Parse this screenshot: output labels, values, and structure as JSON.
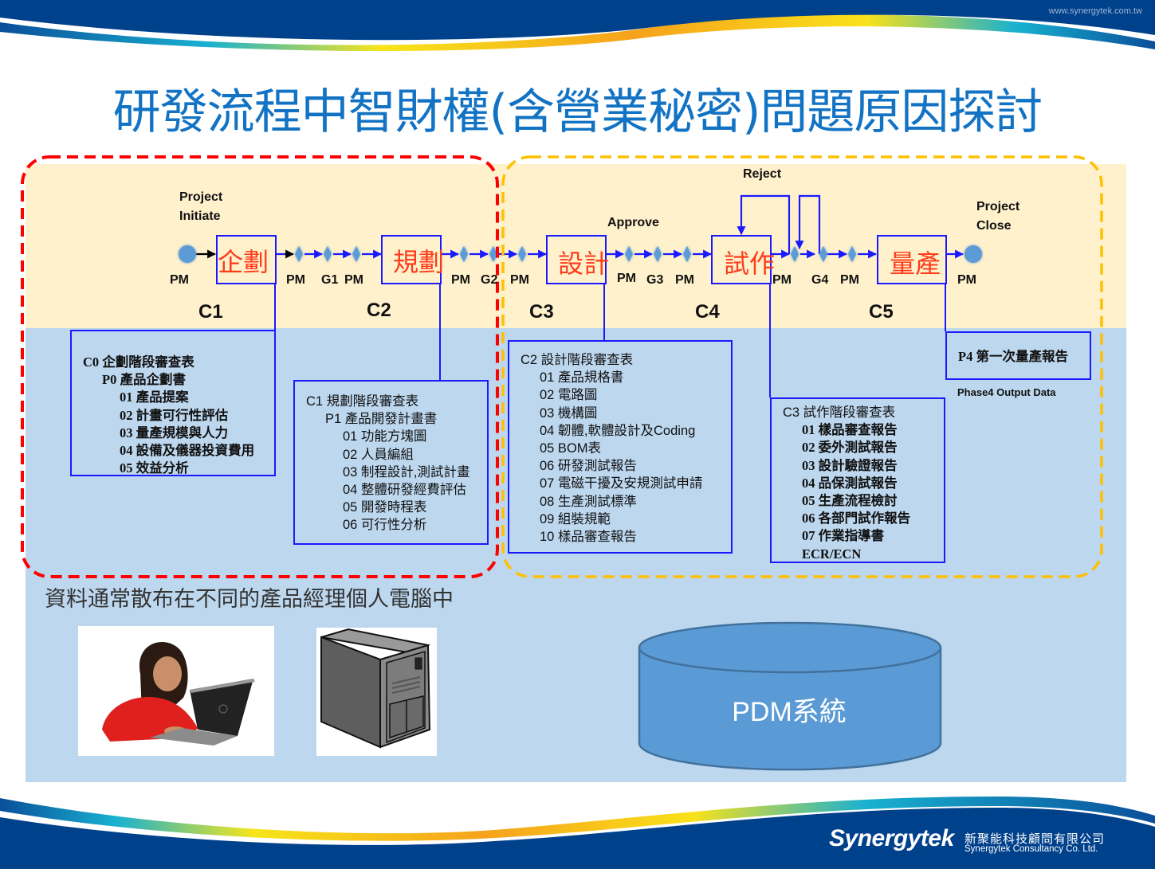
{
  "header": {
    "site_url": "www.synergytek.com.tw",
    "title": "研發流程中智財權(含營業秘密)問題原因探討"
  },
  "colors": {
    "title_blue": "#1273c4",
    "header_navy": "#00418c",
    "band_top": "#fff1cc",
    "band_bottom": "#bdd7ee",
    "flow_line": "#1a1aff",
    "phase_text": "#ff3b1a",
    "red_group_border": "#ff0000",
    "orange_group_border": "#ffc000",
    "milestone_fill": "#5b9bd5",
    "pdm_fill": "#5b9bd5"
  },
  "flow": {
    "start_label": [
      "Project",
      "Initiate"
    ],
    "end_label": [
      "Project",
      "Close"
    ],
    "approve_label": "Approve",
    "reject_label": "Reject",
    "phases": [
      {
        "id": "planning",
        "label": "企劃"
      },
      {
        "id": "scoping",
        "label": "規劃"
      },
      {
        "id": "design",
        "label": "設計"
      },
      {
        "id": "pilot",
        "label": "試作"
      },
      {
        "id": "mass",
        "label": "量產"
      }
    ],
    "role_labels": {
      "start_pm": "PM",
      "after_planning_pm": "PM",
      "g1": "G1",
      "g1_pm": "PM",
      "after_scoping_pm": "PM",
      "g2": "G2",
      "g2_pm": "PM",
      "after_design_pm": "PM",
      "g3": "G3",
      "g3_pm": "PM",
      "after_pilot_pm": "PM",
      "g4": "G4",
      "g4_pm": "PM",
      "end_pm": "PM"
    },
    "checkpoints": [
      "C1",
      "C2",
      "C3",
      "C4",
      "C5"
    ]
  },
  "checklists": {
    "c0": {
      "title": "C0 企劃階段審查表",
      "sub": "P0 產品企劃書",
      "items": [
        "01 產品提案",
        "02 計畫可行性評估",
        "03 量產規模與人力",
        "04 設備及儀器投資費用",
        "05 效益分析"
      ]
    },
    "c1": {
      "title": "C1 規劃階段審查表",
      "sub": "P1 產品開發計畫書",
      "items": [
        "01 功能方塊圖",
        "02 人員編組",
        "03 制程設計,測試計畫",
        "04 整體研發經費評估",
        "05 開發時程表",
        "06 可行性分析"
      ]
    },
    "c2": {
      "title": "C2 設計階段審查表",
      "items": [
        "01 產品規格書",
        "02 電路圖",
        "03 機構圖",
        "04 韌體,軟體設計及Coding",
        "05 BOM表",
        "06 研發測試報告",
        "07 電磁干擾及安規測試申請",
        "08 生產測試標準",
        "09 組裝規範",
        "10 樣品審查報告"
      ]
    },
    "c3": {
      "title": "C3 試作階段審查表",
      "items": [
        "01 樣品審查報告",
        "02 委外測試報告",
        "03 設計驗證報告",
        "04 品保測試報告",
        "05 生產流程檢討",
        "06 各部門試作報告",
        "07 作業指導書",
        "ECR/ECN"
      ]
    },
    "p4": {
      "title": "P4 第一次量產報告",
      "caption": "Phase4 Output Data"
    }
  },
  "bottom": {
    "note": "資料通常散布在不同的產品經理個人電腦中",
    "laptop_image_alt": "person-using-laptop",
    "server_image_alt": "server-tower",
    "pdm_label": "PDM系統"
  },
  "footer": {
    "logo": "Synergytek",
    "company_cn": "新聚能科技顧問有限公司",
    "company_en": "Synergytek Consultancy Co. Ltd."
  }
}
